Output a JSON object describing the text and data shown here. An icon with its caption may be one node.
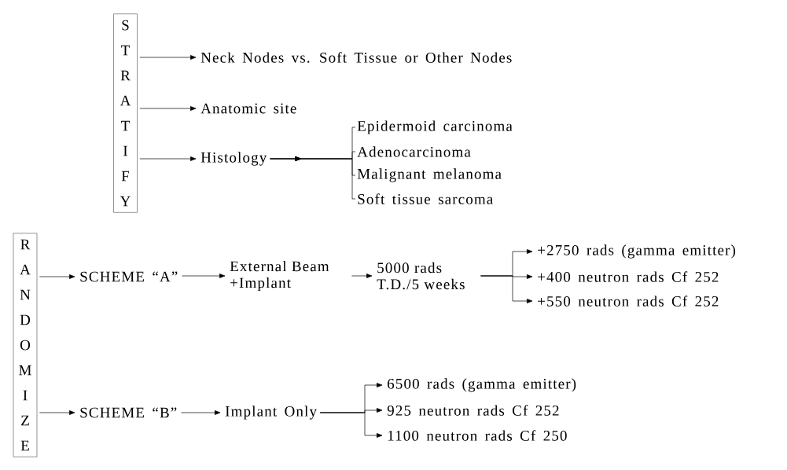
{
  "diagram": {
    "nodes": [
      {
        "text": [
          "STRATIFY"
        ]
      },
      {
        "text": [
          "Neck Nodes vs. Soft Tissue or Other Nodes"
        ]
      },
      {
        "text": [
          "Anatomic site"
        ]
      },
      {
        "text": [
          "Histology"
        ]
      },
      {
        "text": [
          "Epidermoid carcinoma"
        ]
      },
      {
        "text": [
          "Adenocarcinoma"
        ]
      },
      {
        "text": [
          "Malignant melanoma"
        ]
      },
      {
        "text": [
          "Soft tissue sarcoma"
        ]
      },
      {
        "text": [
          "RANDOMIZE"
        ]
      },
      {
        "text": [
          "SCHEME “A”"
        ]
      },
      {
        "text": [
          "External Beam +Implant"
        ]
      },
      {
        "text": [
          "5000 rads T.D./5 weeks"
        ]
      },
      {
        "text": [
          "+2750 rads (gamma emitter)"
        ]
      },
      {
        "text": [
          "+400 neutron rads Cf 252"
        ]
      },
      {
        "text": [
          "+550 neutron rads Cf 252"
        ]
      },
      {
        "text": [
          "SCHEME “B”"
        ]
      },
      {
        "text": [
          "Implant Only"
        ]
      },
      {
        "text": [
          "6500 rads (gamma emitter)"
        ]
      },
      {
        "text": [
          "925 neutron rads Cf 252"
        ]
      },
      {
        "text": [
          "1100 neutron rads Cf 250"
        ]
      }
    ],
    "edges": [
      {
        "from": 0,
        "to": 1,
        "arrow": "to"
      },
      {
        "from": 0,
        "to": 2,
        "arrow": "to"
      },
      {
        "from": 0,
        "to": 3,
        "arrow": "to"
      },
      {
        "from": 3,
        "to": 4,
        "arrow": "to"
      },
      {
        "from": 3,
        "to": 5,
        "arrow": "to"
      },
      {
        "from": 3,
        "to": 6,
        "arrow": "to"
      },
      {
        "from": 3,
        "to": 7,
        "arrow": "to"
      },
      {
        "from": 8,
        "to": 9,
        "arrow": "to"
      },
      {
        "from": 9,
        "to": 10,
        "arrow": "to"
      },
      {
        "from": 10,
        "to": 11,
        "arrow": "to"
      },
      {
        "from": 11,
        "to": 12,
        "arrow": "to"
      },
      {
        "from": 11,
        "to": 13,
        "arrow": "to"
      },
      {
        "from": 11,
        "to": 14,
        "arrow": "to"
      },
      {
        "from": 8,
        "to": 15,
        "arrow": "to"
      },
      {
        "from": 15,
        "to": 16,
        "arrow": "to"
      },
      {
        "from": 16,
        "to": 17,
        "arrow": "to"
      },
      {
        "from": 16,
        "to": 18,
        "arrow": "to"
      },
      {
        "from": 16,
        "to": 19,
        "arrow": "to"
      }
    ]
  }
}
